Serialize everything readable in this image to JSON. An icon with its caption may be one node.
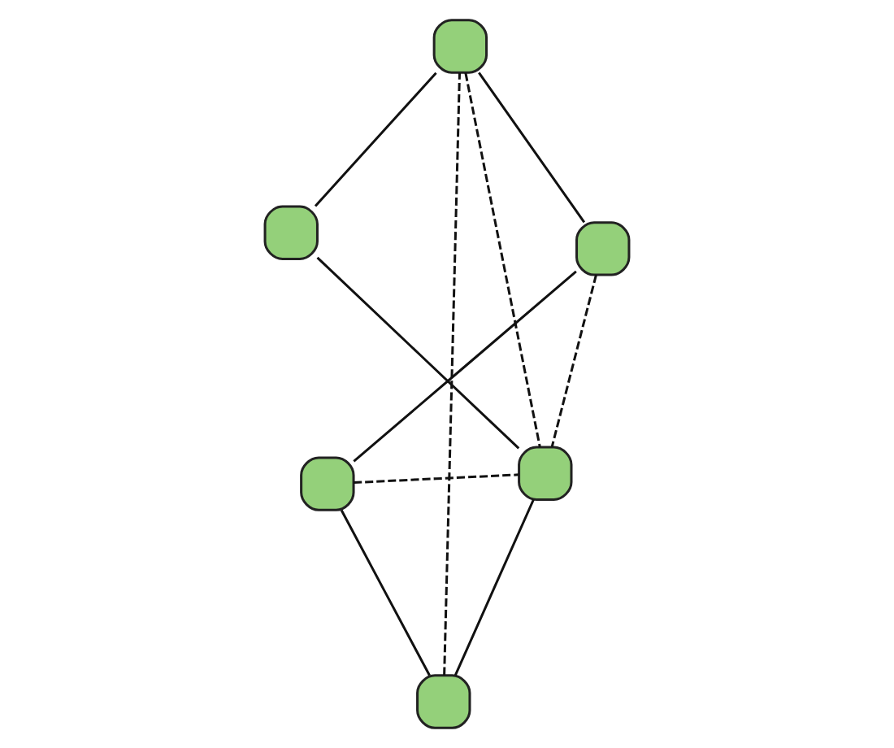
{
  "diagram": {
    "nodes": [
      {
        "text": [],
        "shape": "box"
      },
      {
        "text": [],
        "shape": "box"
      },
      {
        "text": [],
        "shape": "box"
      },
      {
        "text": [],
        "shape": "box"
      },
      {
        "text": [],
        "shape": "box"
      },
      {
        "text": [],
        "shape": "box"
      }
    ],
    "edges": [
      {
        "from": 0,
        "to": 1,
        "arrow": "none"
      },
      {
        "from": 1,
        "to": 3,
        "arrow": "none"
      },
      {
        "from": 3,
        "to": 5,
        "arrow": "none"
      },
      {
        "from": 5,
        "to": 4,
        "arrow": "none"
      },
      {
        "from": 4,
        "to": 2,
        "arrow": "none"
      },
      {
        "from": 2,
        "to": 0,
        "arrow": "none"
      },
      {
        "from": 0,
        "to": 4,
        "arrow": "none",
        "style": "dashed"
      },
      {
        "from": 1,
        "to": 4,
        "arrow": "none",
        "style": "dashed"
      },
      {
        "from": 2,
        "to": 3,
        "arrow": "none",
        "style": "dashed"
      },
      {
        "from": 3,
        "to": 4,
        "arrow": "none",
        "style": "dashed"
      }
    ]
  }
}
